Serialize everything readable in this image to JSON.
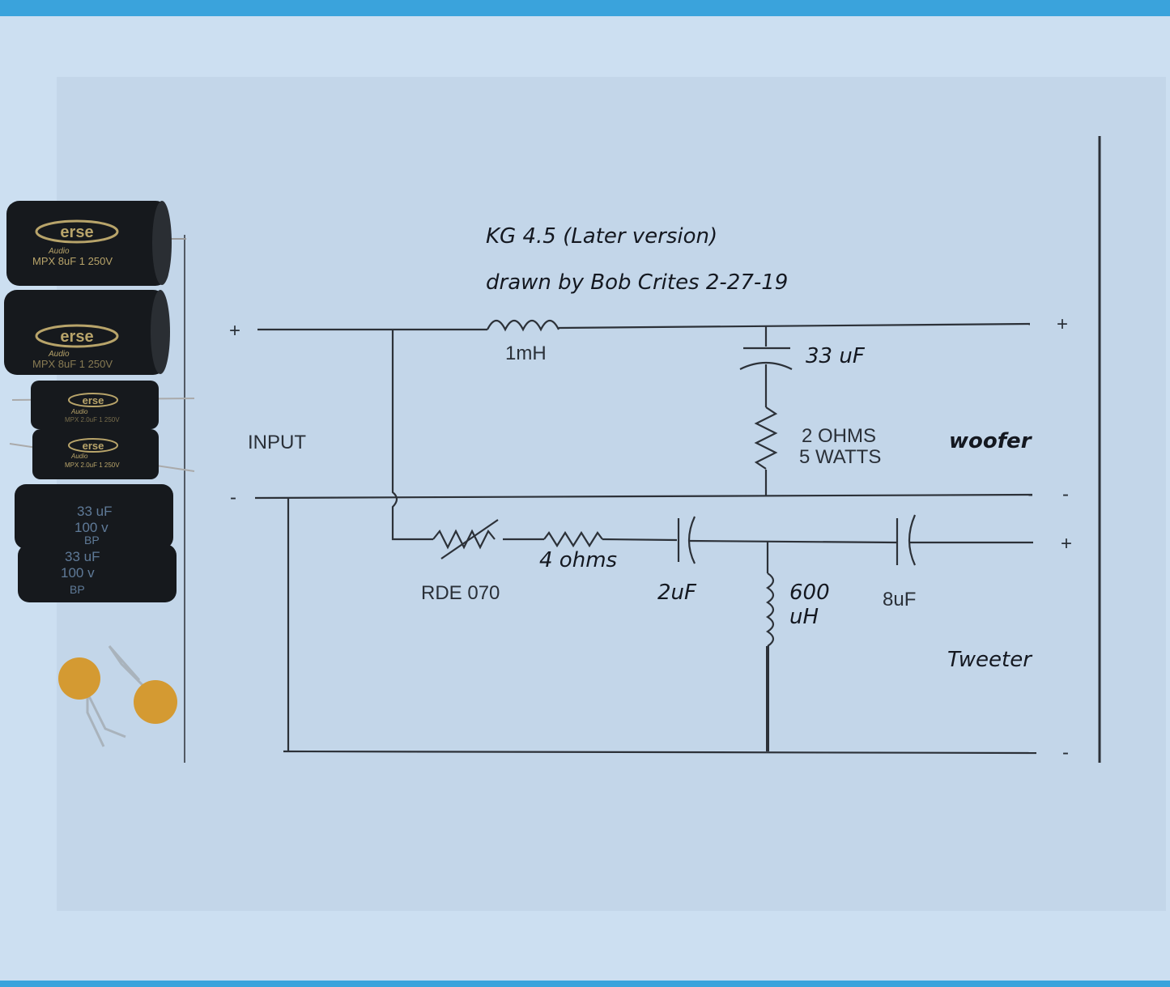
{
  "diagram": {
    "title": "KG 4.5 (Later version)",
    "author_line": "drawn by Bob Crites  2-27-19",
    "input_label": "INPUT",
    "terminals": {
      "input_plus": "+",
      "input_minus": "-",
      "woofer_plus": "+",
      "woofer_minus": "-",
      "tweeter_plus": "+",
      "tweeter_minus": "-"
    },
    "components": {
      "inductor_woofer": "1mH",
      "cap_woofer": "33 uF",
      "resistor_woofer_1": "2 OHMS",
      "resistor_woofer_2": "5 WATTS",
      "thermistor": "RDE 070",
      "resistor_tweeter": "4 ohms",
      "cap_tweeter_1": "2uF",
      "inductor_tweeter_1": "600",
      "inductor_tweeter_2": "uH",
      "cap_tweeter_2": "8uF"
    },
    "woofer_label": "woofer",
    "tweeter_label": "Tweeter"
  },
  "parts": {
    "film_caps": [
      {
        "brand": "erse",
        "sub": "Audio",
        "spec": "MPX  8uF 1 250V"
      },
      {
        "brand": "erse",
        "sub": "Audio",
        "spec": "MPX  8uF 1 250V"
      },
      {
        "brand": "erse",
        "sub": "Audio",
        "spec": "MPX 2.0uF 1 250V"
      },
      {
        "brand": "erse",
        "sub": "Audio",
        "spec": "MPX 2.0uF 1 250V"
      }
    ],
    "electrolytic_caps": [
      {
        "value": "33 uF",
        "voltage": "100 v",
        "type": "BP"
      },
      {
        "value": "33 uF",
        "voltage": "100 v",
        "type": "BP"
      }
    ]
  }
}
